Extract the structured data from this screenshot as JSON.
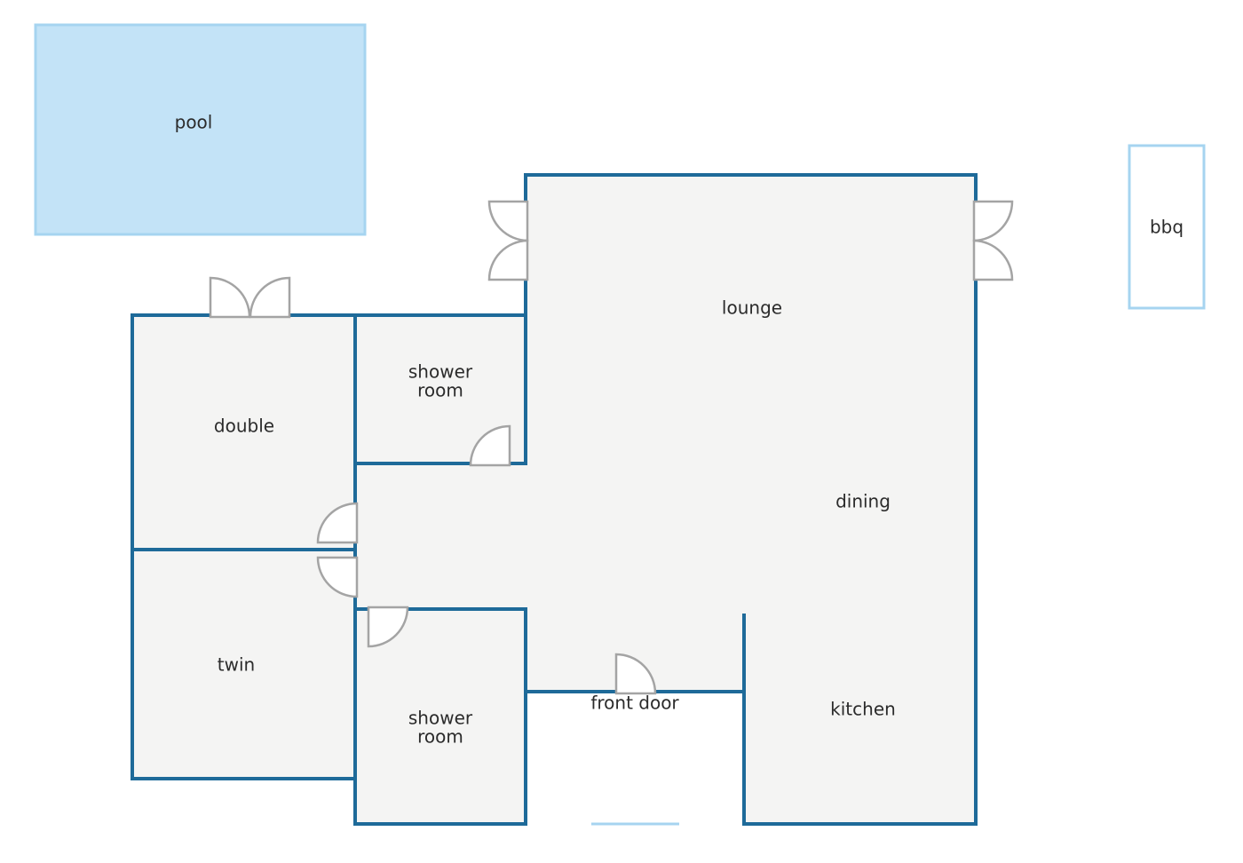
{
  "colors": {
    "wall": "#1e6a99",
    "floor": "#f4f4f3",
    "pool_fill": "#c3e3f7",
    "pool_border": "#a6d4f0",
    "bbq_border": "#a6d4f0",
    "door": "#a4a4a4"
  },
  "rooms": {
    "pool": "pool",
    "bbq": "bbq",
    "lounge": "lounge",
    "dining": "dining",
    "kitchen": "kitchen",
    "double": "double",
    "twin": "twin",
    "shower_top": [
      "shower",
      "room"
    ],
    "shower_bottom": [
      "shower",
      "room"
    ],
    "front_door": "front door"
  }
}
